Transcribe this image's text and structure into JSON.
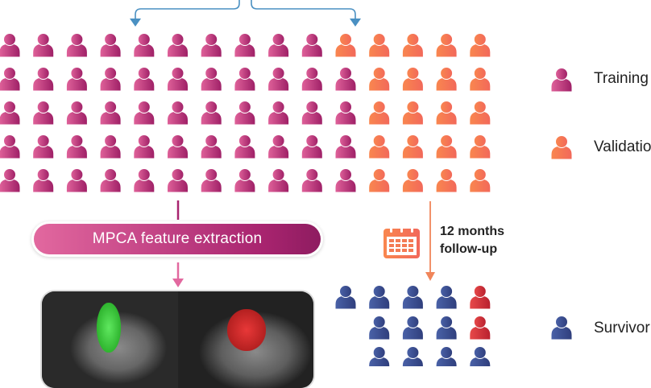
{
  "cohort_grid": {
    "rows": [
      [
        "T",
        "T",
        "T",
        "T",
        "T",
        "T",
        "T",
        "T",
        "T",
        "T",
        "V",
        "V",
        "V",
        "V",
        "V"
      ],
      [
        "T",
        "T",
        "T",
        "T",
        "T",
        "T",
        "T",
        "T",
        "T",
        "T",
        "T",
        "V",
        "V",
        "V",
        "V"
      ],
      [
        "T",
        "T",
        "T",
        "T",
        "T",
        "T",
        "T",
        "T",
        "T",
        "T",
        "T",
        "V",
        "V",
        "V",
        "V"
      ],
      [
        "T",
        "T",
        "T",
        "T",
        "T",
        "T",
        "T",
        "T",
        "T",
        "T",
        "T",
        "V",
        "V",
        "V",
        "V"
      ],
      [
        "T",
        "T",
        "T",
        "T",
        "T",
        "T",
        "T",
        "T",
        "T",
        "T",
        "T",
        "V",
        "V",
        "V",
        "V"
      ]
    ]
  },
  "outcome_grid": {
    "rows": [
      [
        "S",
        "S",
        "S",
        "S",
        "D"
      ],
      [
        "",
        "S",
        "S",
        "S",
        "D"
      ],
      [
        "",
        "S",
        "S",
        "S",
        "S"
      ]
    ]
  },
  "step": {
    "label": "MPCA feature extraction"
  },
  "followup": {
    "line1": "12 months",
    "line2": "follow-up",
    "icon": "calendar-icon"
  },
  "legend": {
    "training": "Training",
    "validation": "Validation",
    "survivor": "Survivor"
  },
  "colors": {
    "training": "#b8337a",
    "validation": "#f47b54",
    "survivor": "#3f4f91",
    "deceased": "#d83a44",
    "split_arrow": "#4a90c2",
    "followup_arrow": "#f0855a"
  }
}
